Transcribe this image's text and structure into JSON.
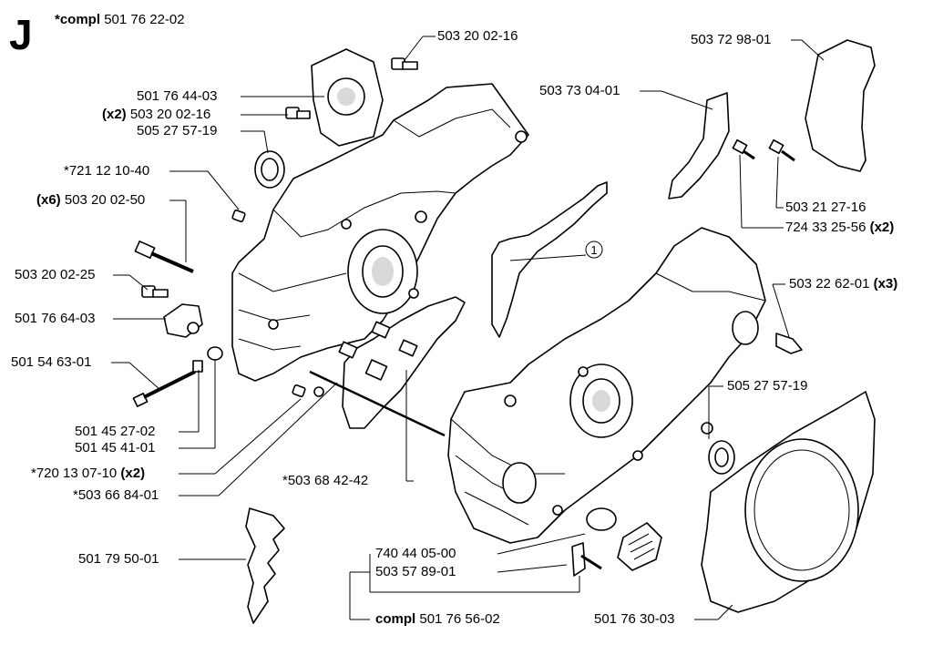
{
  "section": {
    "letter": "J",
    "assembly_prefix": "*compl",
    "assembly_number": "501 76 22-02"
  },
  "labels": [
    {
      "id": "p_503200216_top",
      "prefix": "",
      "text": "503 20 02-16",
      "suffix": ""
    },
    {
      "id": "p_501764403",
      "prefix": "",
      "text": "501 76 44-03",
      "suffix": ""
    },
    {
      "id": "p_503200216_x2",
      "prefix": "(x2)",
      "text": "503 20 02-16",
      "suffix": ""
    },
    {
      "id": "p_505275719_left",
      "prefix": "",
      "text": "505 27 57-19",
      "suffix": ""
    },
    {
      "id": "p_721121040",
      "prefix": "",
      "text": "*721 12 10-40",
      "suffix": ""
    },
    {
      "id": "p_503200250",
      "prefix": "(x6)",
      "text": "503 20 02-50",
      "suffix": ""
    },
    {
      "id": "p_503200225",
      "prefix": "",
      "text": "503 20 02-25",
      "suffix": ""
    },
    {
      "id": "p_501766403",
      "prefix": "",
      "text": "501 76 64-03",
      "suffix": ""
    },
    {
      "id": "p_501546301",
      "prefix": "",
      "text": "501 54 63-01",
      "suffix": ""
    },
    {
      "id": "p_501452702",
      "prefix": "",
      "text": "501 45 27-02",
      "suffix": ""
    },
    {
      "id": "p_501454101",
      "prefix": "",
      "text": "501 45 41-01",
      "suffix": ""
    },
    {
      "id": "p_720130710",
      "prefix": "",
      "text": "*720 13 07-10",
      "suffix": "(x2)"
    },
    {
      "id": "p_503668401",
      "prefix": "",
      "text": "*503 66 84-01",
      "suffix": ""
    },
    {
      "id": "p_503684242",
      "prefix": "",
      "text": "*503 68 42-42",
      "suffix": ""
    },
    {
      "id": "p_501795001",
      "prefix": "",
      "text": "501 79 50-01",
      "suffix": ""
    },
    {
      "id": "p_740440500",
      "prefix": "",
      "text": "740 44 05-00",
      "suffix": ""
    },
    {
      "id": "p_503578901",
      "prefix": "",
      "text": "503 57 89-01",
      "suffix": ""
    },
    {
      "id": "p_501765602",
      "prefix": "compl",
      "text": "501 76 56-02",
      "suffix": ""
    },
    {
      "id": "p_501763003",
      "prefix": "",
      "text": "501 76 30-03",
      "suffix": ""
    },
    {
      "id": "p_505275719_right",
      "prefix": "",
      "text": "505 27 57-19",
      "suffix": ""
    },
    {
      "id": "p_503226201",
      "prefix": "",
      "text": "503 22 62-01",
      "suffix": "(x3)"
    },
    {
      "id": "p_724332556",
      "prefix": "",
      "text": "724 33 25-56",
      "suffix": "(x2)"
    },
    {
      "id": "p_503212716",
      "prefix": "",
      "text": "503 21 27-16",
      "suffix": ""
    },
    {
      "id": "p_503730401",
      "prefix": "",
      "text": "503 73 04-01",
      "suffix": ""
    },
    {
      "id": "p_503729801",
      "prefix": "",
      "text": "503 72 98-01",
      "suffix": ""
    }
  ],
  "callouts": [
    {
      "id": "callout_1",
      "text": "1"
    }
  ]
}
